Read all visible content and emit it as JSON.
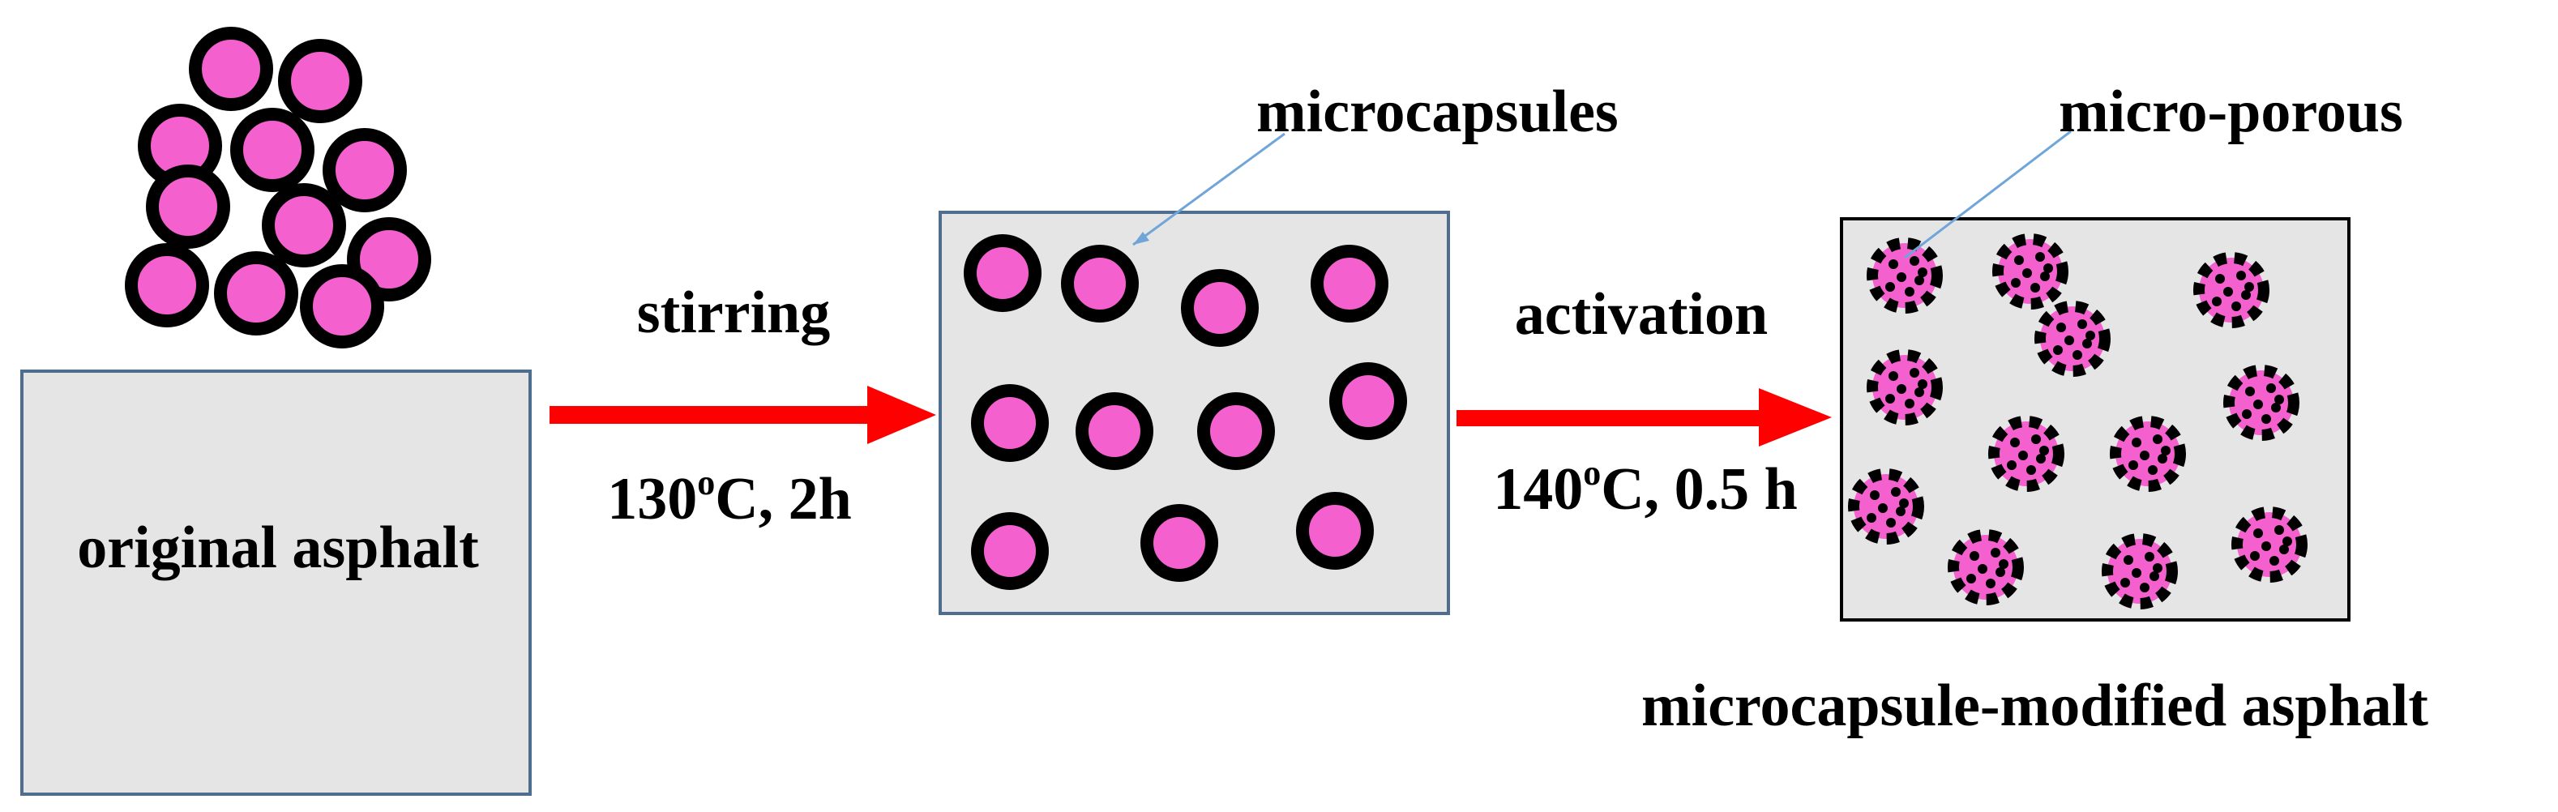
{
  "labels": {
    "original": "original asphalt",
    "step1": "stirring",
    "step1_cond_pre": "130",
    "step1_cond_sup": "o",
    "step1_cond_post": "C, 2h",
    "microcapsules": "microcapsules",
    "step2": "activation",
    "step2_cond_pre": "140",
    "step2_cond_sup": "o",
    "step2_cond_post": "C, 0.5 h",
    "microporous": "micro-porous",
    "modified": "microcapsule-modified asphalt"
  },
  "colors": {
    "capsule_fill": "#f560cf",
    "capsule_shell": "#000000",
    "box_fill": "#e5e5e5",
    "box_border_blue": "#4e6d8f",
    "box_border_black": "#000000",
    "arrow": "#ff0000",
    "pointer_line": "#6fa5d9"
  }
}
